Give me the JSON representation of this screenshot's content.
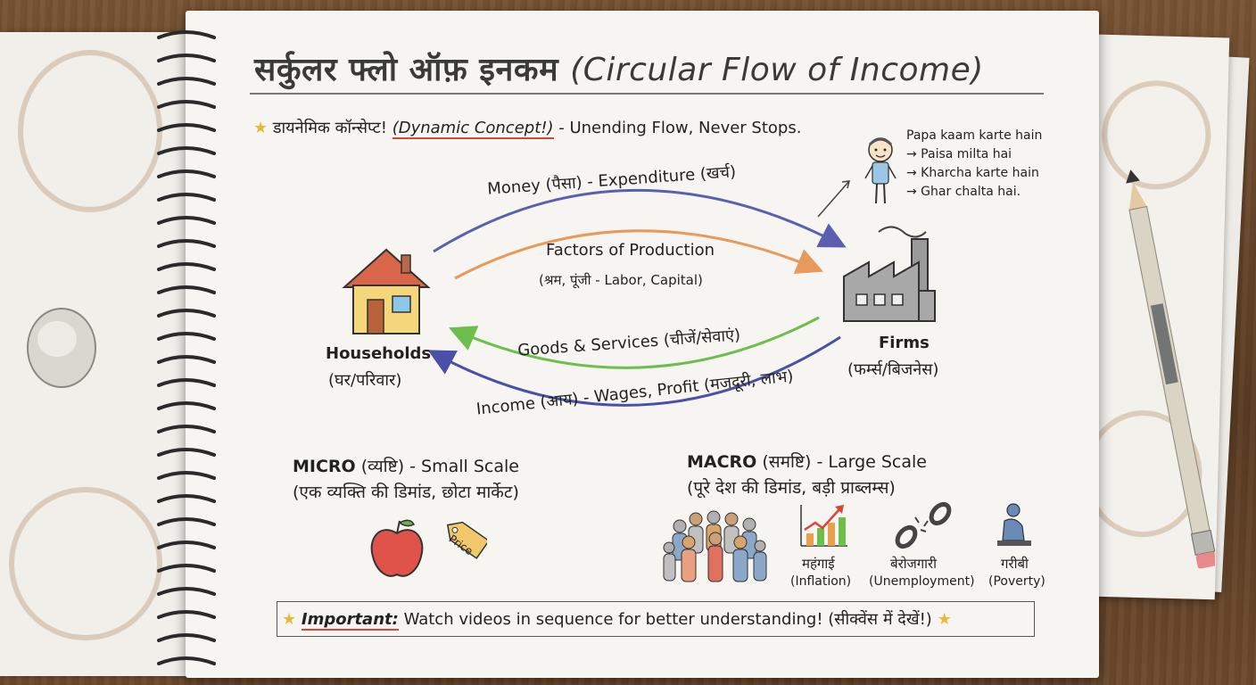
{
  "title": {
    "hindi": "सर्कुलर फ्लो ऑफ़ इनकम",
    "english": "(Circular Flow of Income)"
  },
  "subtitle": {
    "star": "★",
    "hindi": "डायनेमिक कॉन्सेप्ट!",
    "english": "(Dynamic Concept!)",
    "rest": "- Unending Flow, Never Stops."
  },
  "note": {
    "lines": [
      "Papa kaam karte hain",
      "→ Paisa milta hai",
      "→ Kharcha karte hain",
      "→ Ghar chalta hai."
    ]
  },
  "flows": {
    "money": "Money (पैसा) - Expenditure (खर्च)",
    "factors_1": "Factors of Production",
    "factors_2": "(श्रम, पूंजी - Labor, Capital)",
    "goods": "Goods & Services (चीजें/सेवाएं)",
    "income": "Income (आय) - Wages, Profit (मजदूरी, लाभ)"
  },
  "households": {
    "label": "Households",
    "hindi": "(घर/परिवार)"
  },
  "firms": {
    "label": "Firms",
    "hindi": "(फर्म्स/बिजनेस)"
  },
  "micro": {
    "title": "MICRO",
    "rest": "(व्यष्टि) - Small Scale",
    "sub": "(एक व्यक्ति की डिमांड, छोटा मार्केट)",
    "price_tag": "Price"
  },
  "macro": {
    "title": "MACRO",
    "rest": "(समष्टि) - Large Scale",
    "sub": "(पूरे देश की डिमांड, बड़ी प्राब्लम्स)",
    "items": [
      {
        "hindi": "महंगाई",
        "english": "(Inflation)"
      },
      {
        "hindi": "बेरोजगारी",
        "english": "(Unemployment)"
      },
      {
        "hindi": "गरीबी",
        "english": "(Poverty)"
      }
    ]
  },
  "footer": {
    "star": "★",
    "important": "Important:",
    "text": "Watch videos in sequence for better understanding! (सीक्वेंस में देखें!)"
  },
  "colors": {
    "money_arrow": "#5a5fb0",
    "factors_arrow": "#e89a5a",
    "goods_arrow": "#6cbf4a",
    "income_arrow": "#4a4fa8",
    "accent_red": "#d9443a",
    "star": "#e8b83a"
  }
}
